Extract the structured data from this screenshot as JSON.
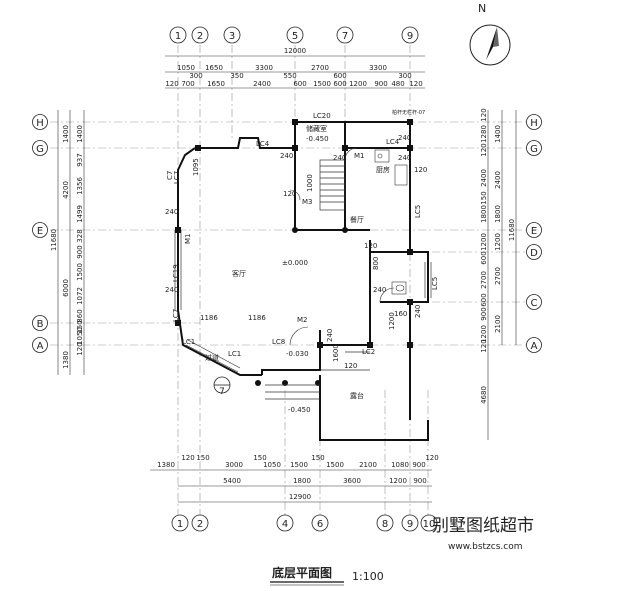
{
  "drawing": {
    "title": "底层平面图",
    "scale": "1:100",
    "north_label": "N",
    "watermark": {
      "text": "别墅图纸超市",
      "url": "www.bstzcs.com"
    }
  },
  "axes": {
    "top": [
      "1",
      "2",
      "3",
      "5",
      "7",
      "9"
    ],
    "bottom": [
      "1",
      "2",
      "4",
      "6",
      "8",
      "9",
      "10"
    ],
    "left": [
      "H",
      "G",
      "E",
      "B",
      "A"
    ],
    "right": [
      "H",
      "G",
      "E",
      "D",
      "C",
      "A"
    ]
  },
  "dimensions": {
    "top_total": "12000",
    "top_row1": [
      "1050",
      "1650",
      "3300",
      "2700",
      "3300"
    ],
    "top_row2": [
      "120",
      "700",
      "1650",
      "2400",
      "600",
      "1500",
      "600",
      "1200",
      "900",
      "480",
      "120"
    ],
    "top_row2_small": [
      "300",
      "350",
      "550",
      "600",
      "300"
    ],
    "bottom_row1": [
      "1380",
      "120",
      "150",
      "3000",
      "150",
      "1050",
      "1500",
      "150",
      "1500",
      "2100",
      "1080",
      "900",
      "120"
    ],
    "bottom_row2": [
      "5400",
      "1800",
      "3600",
      "1200",
      "900"
    ],
    "bottom_total": "12900",
    "left_total": "11680",
    "left_row1": [
      "1400",
      "4200",
      "6000",
      "1380"
    ],
    "left_row2": [
      "1400",
      "937",
      "1356",
      "1499",
      "328",
      "900",
      "1500",
      "1072",
      "860",
      "150",
      "1050",
      "120"
    ],
    "right_total": "11680",
    "right_row1": [
      "1400",
      "2400",
      "1800",
      "1200",
      "2700",
      "2100",
      "4680"
    ],
    "right_row2": [
      "120",
      "1280",
      "120",
      "2400",
      "150",
      "1800",
      "1200",
      "600",
      "2700",
      "600",
      "900",
      "1200",
      "120"
    ]
  },
  "rooms": [
    {
      "name": "客厅"
    },
    {
      "name": "餐厅"
    },
    {
      "name": "厨房"
    },
    {
      "name": "储藏室"
    },
    {
      "name": "过道"
    },
    {
      "name": "露台"
    }
  ],
  "labels": {
    "elev_living": "±0.000",
    "elev_store": "-0.450",
    "elev_hall": "-0.030",
    "elev_steps": "-0.450",
    "note_top": "柏杆无栏杆-07",
    "openings": [
      "LC20",
      "LC4",
      "LC4",
      "LC5",
      "LC5",
      "LC19",
      "LC7",
      "LC7",
      "LC8",
      "LC1",
      "LC1",
      "LC2",
      "M1",
      "M1",
      "M2",
      "M3",
      "C7",
      "1000",
      "1095",
      "1186",
      "1186",
      "800",
      "160",
      "1200",
      "1600"
    ],
    "wall_dims": [
      "240",
      "240",
      "240",
      "240",
      "240",
      "240",
      "240",
      "240",
      "240",
      "120",
      "120",
      "120",
      "120"
    ]
  }
}
